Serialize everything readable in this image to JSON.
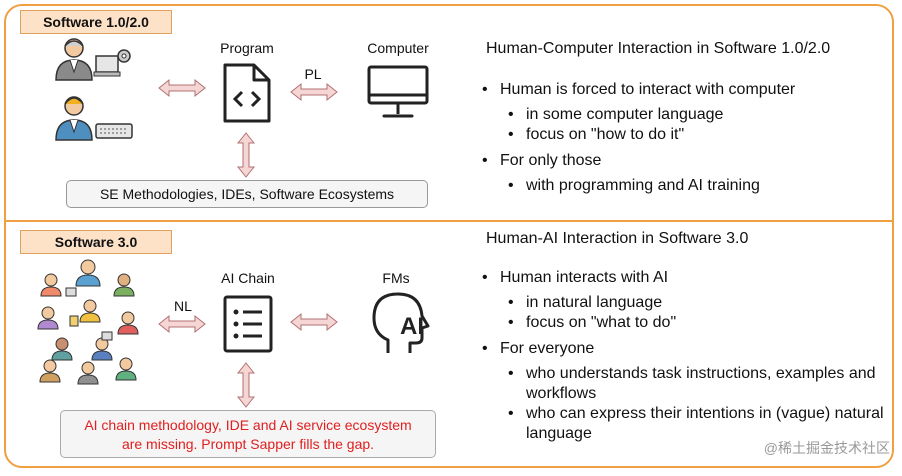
{
  "top": {
    "tag": "Software 1.0/2.0",
    "program_label": "Program",
    "computer_label": "Computer",
    "pl_label": "PL",
    "box_text": "SE Methodologies, IDEs, Software Ecosystems",
    "title": "Human-Computer Interaction in Software 1.0/2.0",
    "bullets": [
      {
        "text": "Human is forced to interact with computer",
        "sub": [
          "in some computer language",
          "focus on \"how to do it\""
        ]
      },
      {
        "text": "For only those",
        "sub": [
          "with programming and AI training"
        ]
      }
    ]
  },
  "bottom": {
    "tag": "Software 3.0",
    "chain_label": "AI Chain",
    "fms_label": "FMs",
    "nl_label": "NL",
    "ai_text": "AI",
    "box_line1": "AI chain methodology, IDE and AI service ecosystem",
    "box_line2": "are missing. Prompt Sapper fills the gap.",
    "title": "Human-AI Interaction in Software 3.0",
    "bullets": [
      {
        "text": "Human interacts with AI",
        "sub": [
          "in natural language",
          "focus on \"what to do\""
        ]
      },
      {
        "text": "For everyone",
        "sub": [
          "who understands task instructions, examples and workflows",
          "who can express their intentions in (vague) natural language"
        ]
      }
    ]
  },
  "watermark": "@稀土掘金技术社区",
  "colors": {
    "frame": "#f0a040",
    "tag_bg": "#fde2c8",
    "arrow_fill": "#f6d5d5",
    "arrow_stroke": "#b07070",
    "missing_text": "#e02020"
  }
}
